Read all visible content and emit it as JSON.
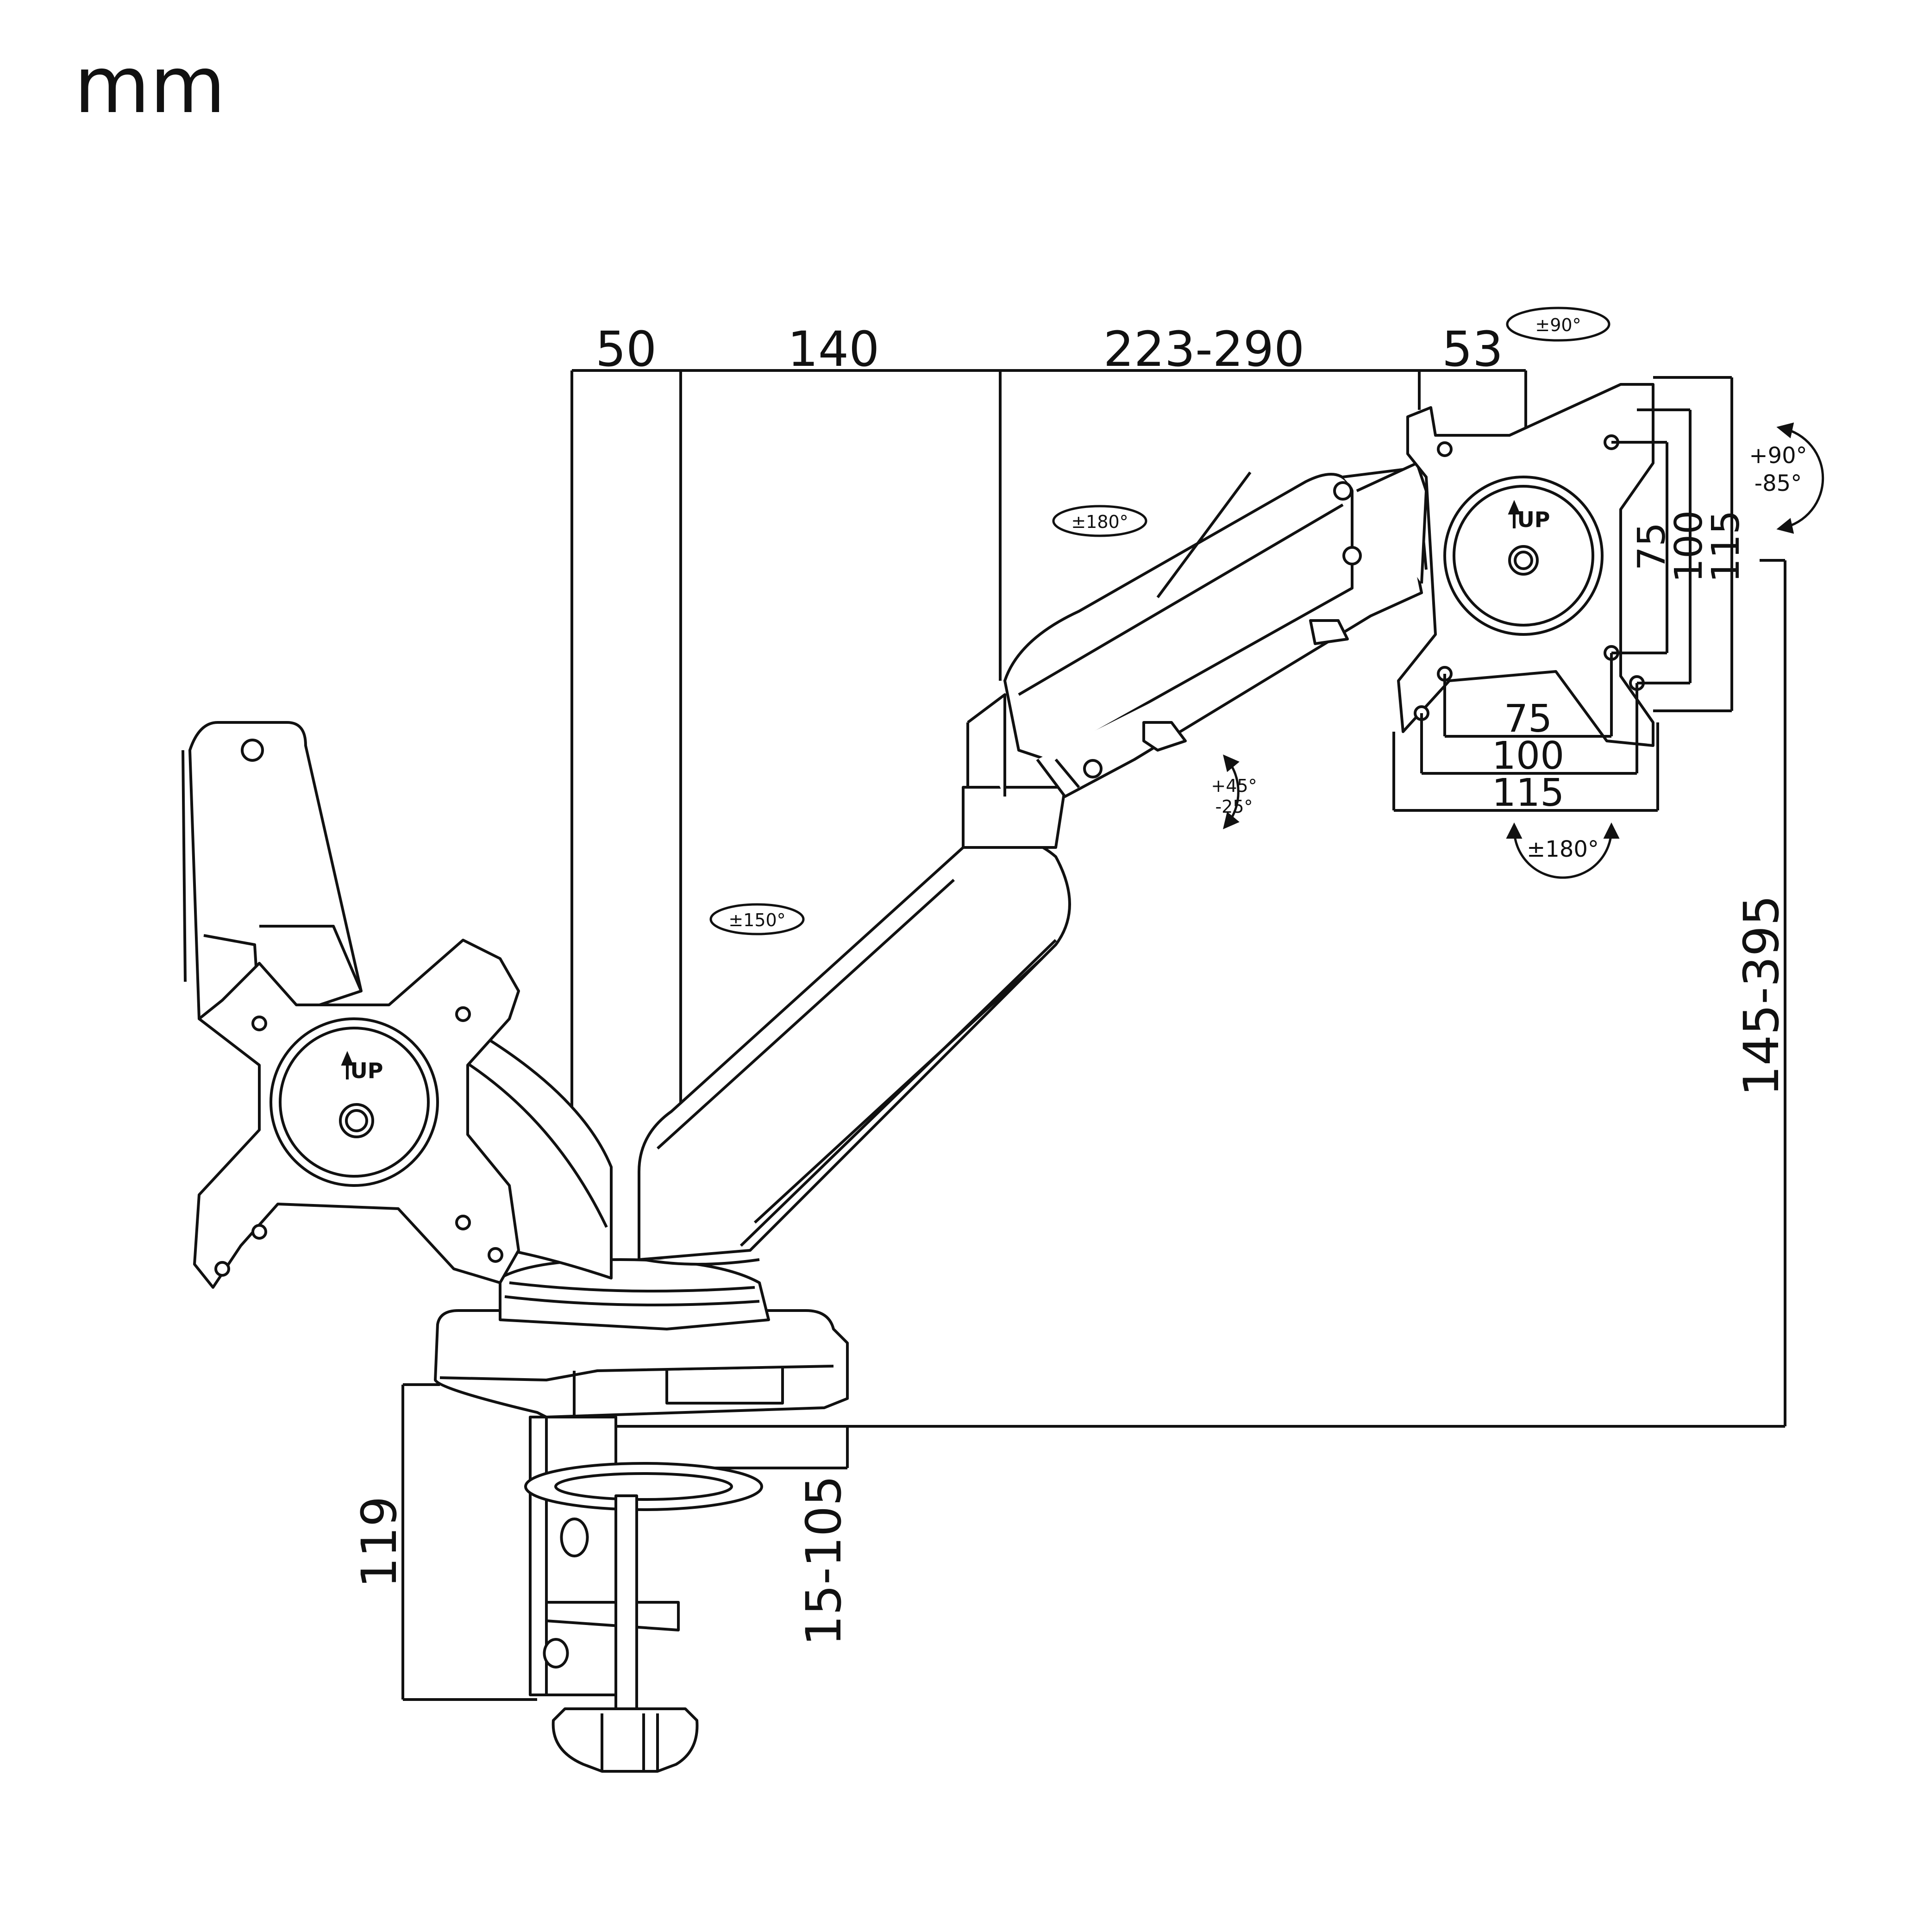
{
  "unit": "mm",
  "dimensions": {
    "top": [
      "50",
      "140",
      "223-290",
      "53"
    ],
    "height_range": "145-395",
    "clamp_height": "119",
    "desk_thickness": "15-105"
  },
  "vesa": {
    "horizontal": [
      "75",
      "100",
      "115"
    ],
    "vertical": [
      "75",
      "100",
      "115"
    ]
  },
  "rotations": {
    "head_swivel": "±90°",
    "tilt_up": "+90°",
    "tilt_down": "-85°",
    "arm_swivel": "±180°",
    "joint_tilt_up": "+45°",
    "joint_tilt_down": "-25°",
    "screen_rotation": "±180°",
    "base_swivel": "±150°"
  },
  "plate_label": "UP"
}
